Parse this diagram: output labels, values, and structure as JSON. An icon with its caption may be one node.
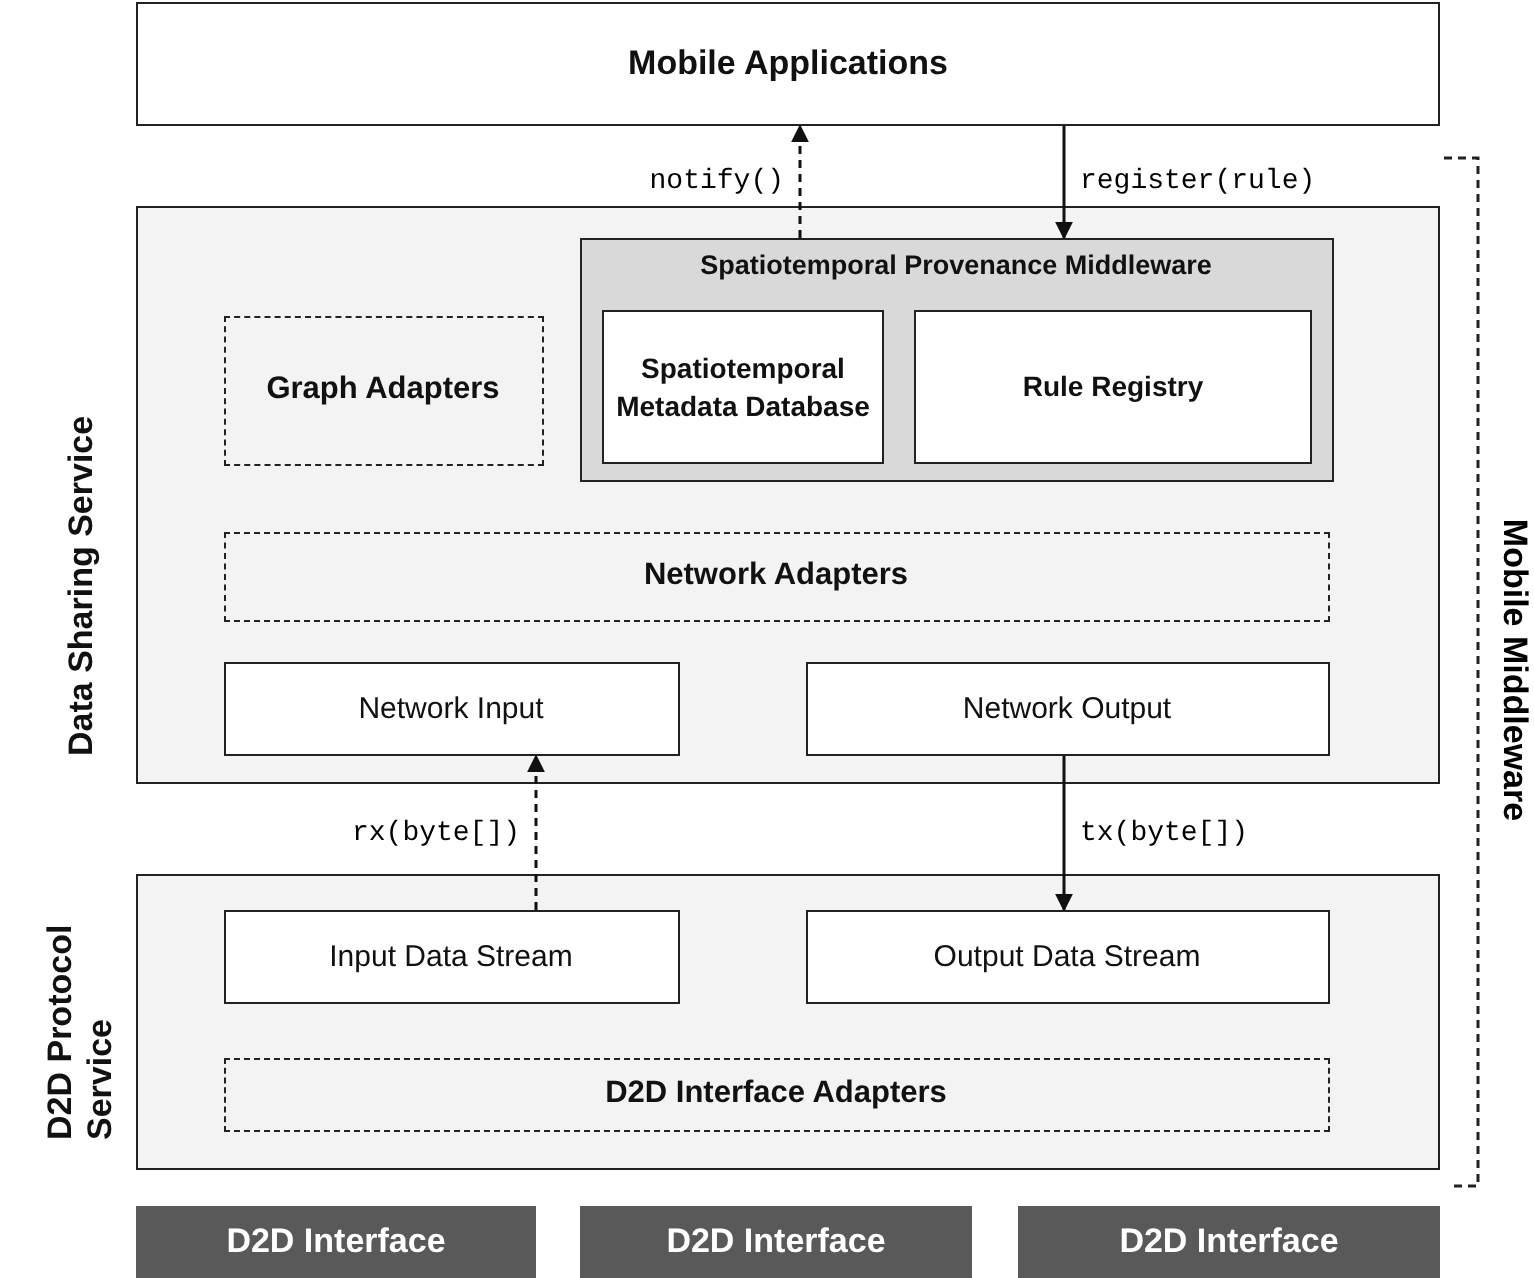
{
  "diagram": {
    "nodes": [
      {
        "text": [
          "Mobile Applications"
        ]
      },
      {
        "text": [
          "Data Sharing Service"
        ]
      },
      {
        "text": [
          "Graph Adapters"
        ],
        "in": 1
      },
      {
        "text": [
          "Spatiotemporal Provenance Middleware"
        ],
        "in": 1
      },
      {
        "text": [
          "Spatiotemporal Metadata Database"
        ],
        "in": 3
      },
      {
        "text": [
          "Rule Registry"
        ],
        "in": 3
      },
      {
        "text": [
          "Network Adapters"
        ],
        "in": 1
      },
      {
        "text": [
          "Network Input"
        ],
        "in": 1
      },
      {
        "text": [
          "Network Output"
        ],
        "in": 1
      },
      {
        "text": [
          "D2D Protocol Service"
        ]
      },
      {
        "text": [
          "Input Data Stream"
        ],
        "in": 9
      },
      {
        "text": [
          "Output Data Stream"
        ],
        "in": 9
      },
      {
        "text": [
          "D2D Interface Adapters"
        ],
        "in": 9
      },
      {
        "text": [
          "D2D Interface"
        ]
      },
      {
        "text": [
          "D2D Interface"
        ]
      },
      {
        "text": [
          "D2D Interface"
        ]
      }
    ],
    "edges": [
      {
        "from": 3,
        "to": 0,
        "arrow": "to",
        "label": "notify()",
        "style": "dashed"
      },
      {
        "from": 0,
        "to": 3,
        "arrow": "to",
        "label": "register(rule)"
      },
      {
        "from": 10,
        "to": 7,
        "arrow": "to",
        "label": "rx(byte[])",
        "style": "dashed"
      },
      {
        "from": 8,
        "to": 11,
        "arrow": "to",
        "label": "tx(byte[])"
      }
    ],
    "labels": [
      "Mobile Middleware"
    ]
  }
}
